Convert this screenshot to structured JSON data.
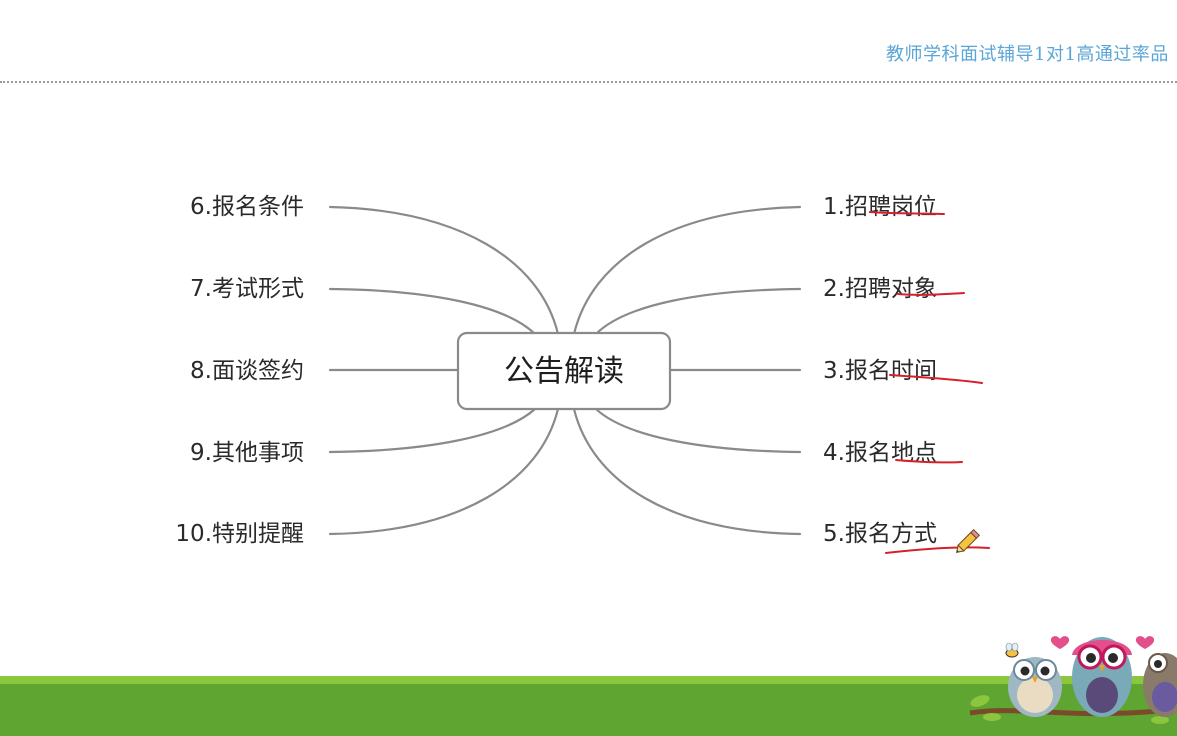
{
  "header": {
    "brand_text": "教师学科面试辅导1对1高通过率品"
  },
  "mindmap": {
    "center": "公告解读",
    "right_branches": [
      "1.招聘岗位",
      "2.招聘对象",
      "3.报名时间",
      "4.报名地点",
      "5.报名方式"
    ],
    "left_branches": [
      "6.报名条件",
      "7.考试形式",
      "8.面谈签约",
      "9.其他事项",
      "10.特别提醒"
    ]
  },
  "colors": {
    "branch_line": "#8a8a8a",
    "annotation": "#d6202c",
    "header_text": "#5aa6d6",
    "footer_green": "#5fa532",
    "footer_green_light": "#8cc63f"
  },
  "icons": [
    "pencil-icon",
    "owl-decoration-icon",
    "bee-icon",
    "heart-icon"
  ]
}
